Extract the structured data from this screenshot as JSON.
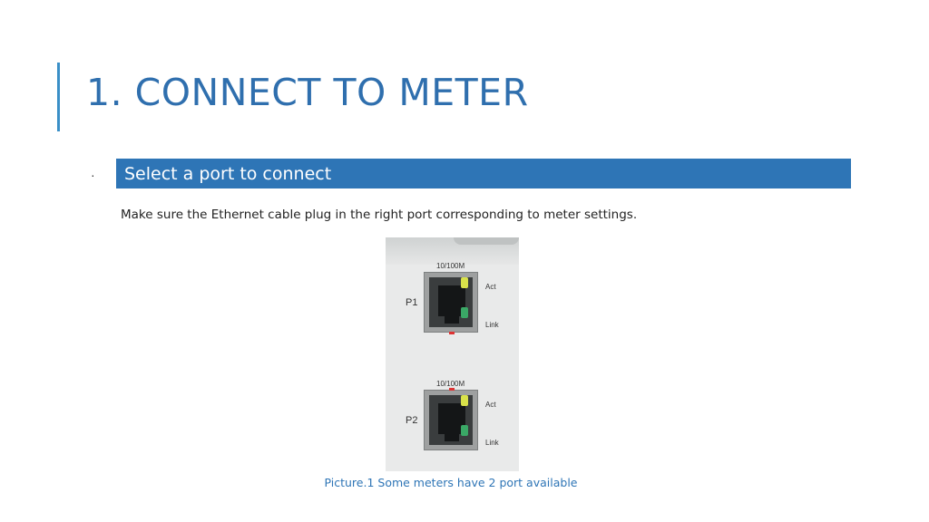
{
  "slide": {
    "title": "1. CONNECT TO METER",
    "bullet": "·",
    "banner_text": "Select a port to connect",
    "body_text": "Make sure the Ethernet cable plug in the right port corresponding to meter settings.",
    "caption": "Picture.1 Some meters have 2 port available"
  },
  "photo": {
    "port1": {
      "speed": "10/100M",
      "name": "P1",
      "act": "Act",
      "link": "Link"
    },
    "port2": {
      "speed": "10/100M",
      "name": "P2",
      "act": "Act",
      "link": "Link"
    }
  },
  "colors": {
    "title": "#2f6fae",
    "banner": "#2e75b6",
    "accent_bar": "#3a8fc7",
    "caption": "#2e75b6"
  }
}
